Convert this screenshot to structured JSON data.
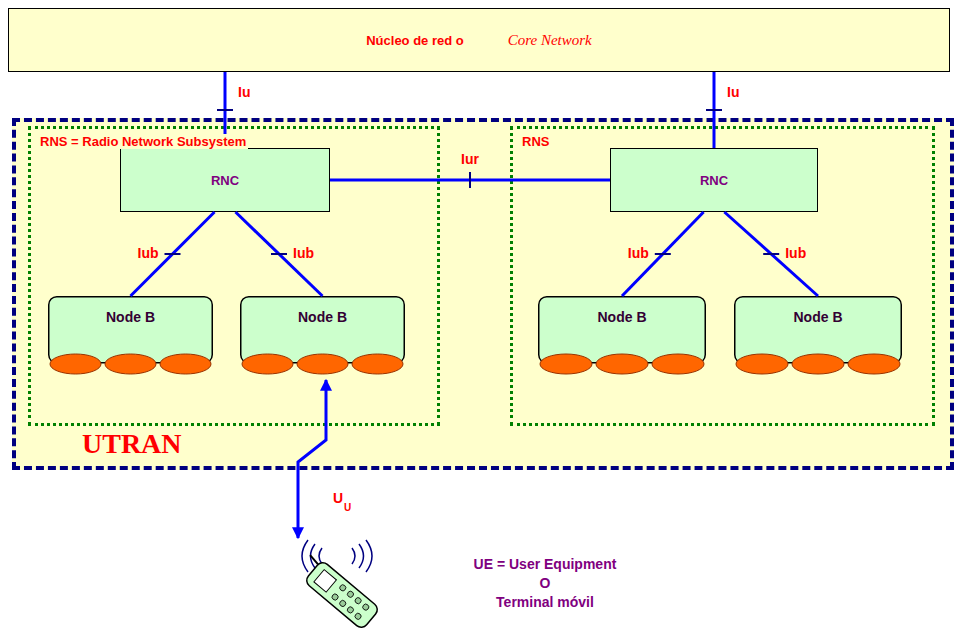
{
  "diagram": {
    "nodes": [
      {
        "text": [
          "Núcleo de red o",
          "Core Network"
        ]
      },
      {
        "text": [
          "UTRAN"
        ]
      },
      {
        "text": [
          "RNS = Radio Network Subsystem"
        ],
        "in": 1
      },
      {
        "text": [
          "RNC"
        ],
        "in": 2
      },
      {
        "text": [
          "Node B"
        ],
        "in": 2
      },
      {
        "text": [
          "Node B"
        ],
        "in": 2
      },
      {
        "text": [
          "RNS"
        ],
        "in": 1
      },
      {
        "text": [
          "RNC"
        ],
        "in": 6
      },
      {
        "text": [
          "Node B"
        ],
        "in": 6
      },
      {
        "text": [
          "Node B"
        ],
        "in": 6
      }
    ],
    "edges": [
      {
        "from": 0,
        "to": 3,
        "arrow": "none",
        "label": "Iu"
      },
      {
        "from": 0,
        "to": 7,
        "arrow": "none",
        "label": "Iu"
      },
      {
        "from": 3,
        "to": 7,
        "arrow": "none",
        "label": "Iur"
      },
      {
        "from": 3,
        "to": 4,
        "arrow": "none",
        "label": "Iub"
      },
      {
        "from": 3,
        "to": 5,
        "arrow": "none",
        "label": "Iub"
      },
      {
        "from": 7,
        "to": 8,
        "arrow": "none",
        "label": "Iub"
      },
      {
        "from": 7,
        "to": 9,
        "arrow": "none",
        "label": "Iub"
      }
    ],
    "labels": [
      "U",
      "U",
      "UE = User Equipment",
      "O",
      "Terminal móvil"
    ]
  }
}
